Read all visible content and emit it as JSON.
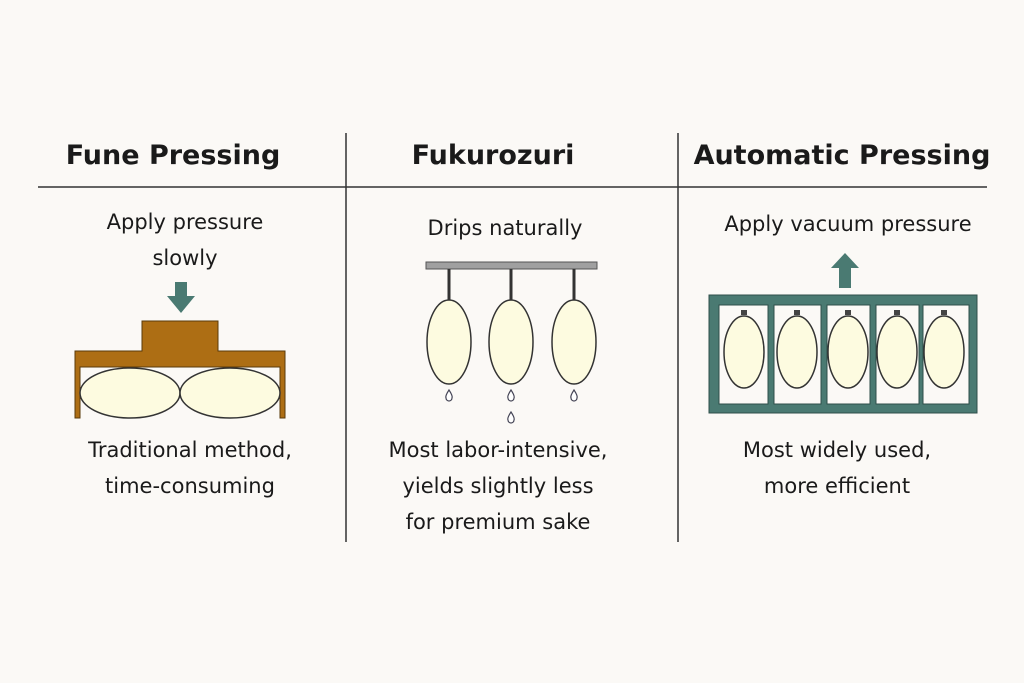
{
  "columns": [
    {
      "title": "Fune Pressing",
      "caption": [
        "Apply pressure",
        "slowly"
      ],
      "note": [
        "Traditional method,",
        "time-consuming"
      ]
    },
    {
      "title": "Fukurozuri",
      "caption": [
        "Drips naturally"
      ],
      "note": [
        "Most labor-intensive,",
        "yields slightly less",
        "for premium sake"
      ]
    },
    {
      "title": "Automatic Pressing",
      "caption": [
        "Apply vacuum pressure"
      ],
      "note": [
        "Most widely used,",
        "more efficient"
      ]
    }
  ],
  "colors": {
    "press": "#ad6e14",
    "teal": "#4a7a72",
    "bag": "#fdfbe0",
    "line": "#333333",
    "rail": "#a0a0a0"
  }
}
